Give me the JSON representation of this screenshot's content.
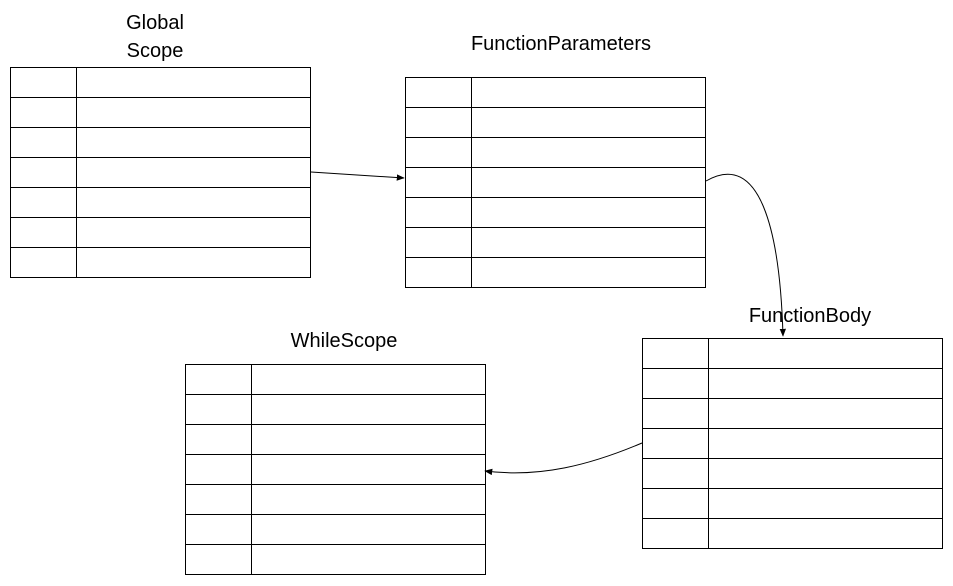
{
  "diagram": {
    "line_color": "#000000",
    "background": "#ffffff",
    "tables": [
      {
        "id": "global-scope",
        "title_lines": [
          "Global",
          "Scope"
        ],
        "rows": 7
      },
      {
        "id": "function-parameters",
        "title_lines": [
          "FunctionParameters"
        ],
        "rows": 7
      },
      {
        "id": "function-body",
        "title_lines": [
          "FunctionBody"
        ],
        "rows": 7
      },
      {
        "id": "while-scope",
        "title_lines": [
          "WhileScope"
        ],
        "rows": 7
      }
    ],
    "connectors": [
      {
        "from": "global-scope",
        "from_row": 4,
        "to": "function-parameters",
        "to_row": 4
      },
      {
        "from": "function-parameters",
        "from_row": 4,
        "to": "function-body",
        "to_row": "title"
      },
      {
        "from": "function-body",
        "from_row": 4,
        "to": "while-scope",
        "to_row": 4
      }
    ]
  }
}
